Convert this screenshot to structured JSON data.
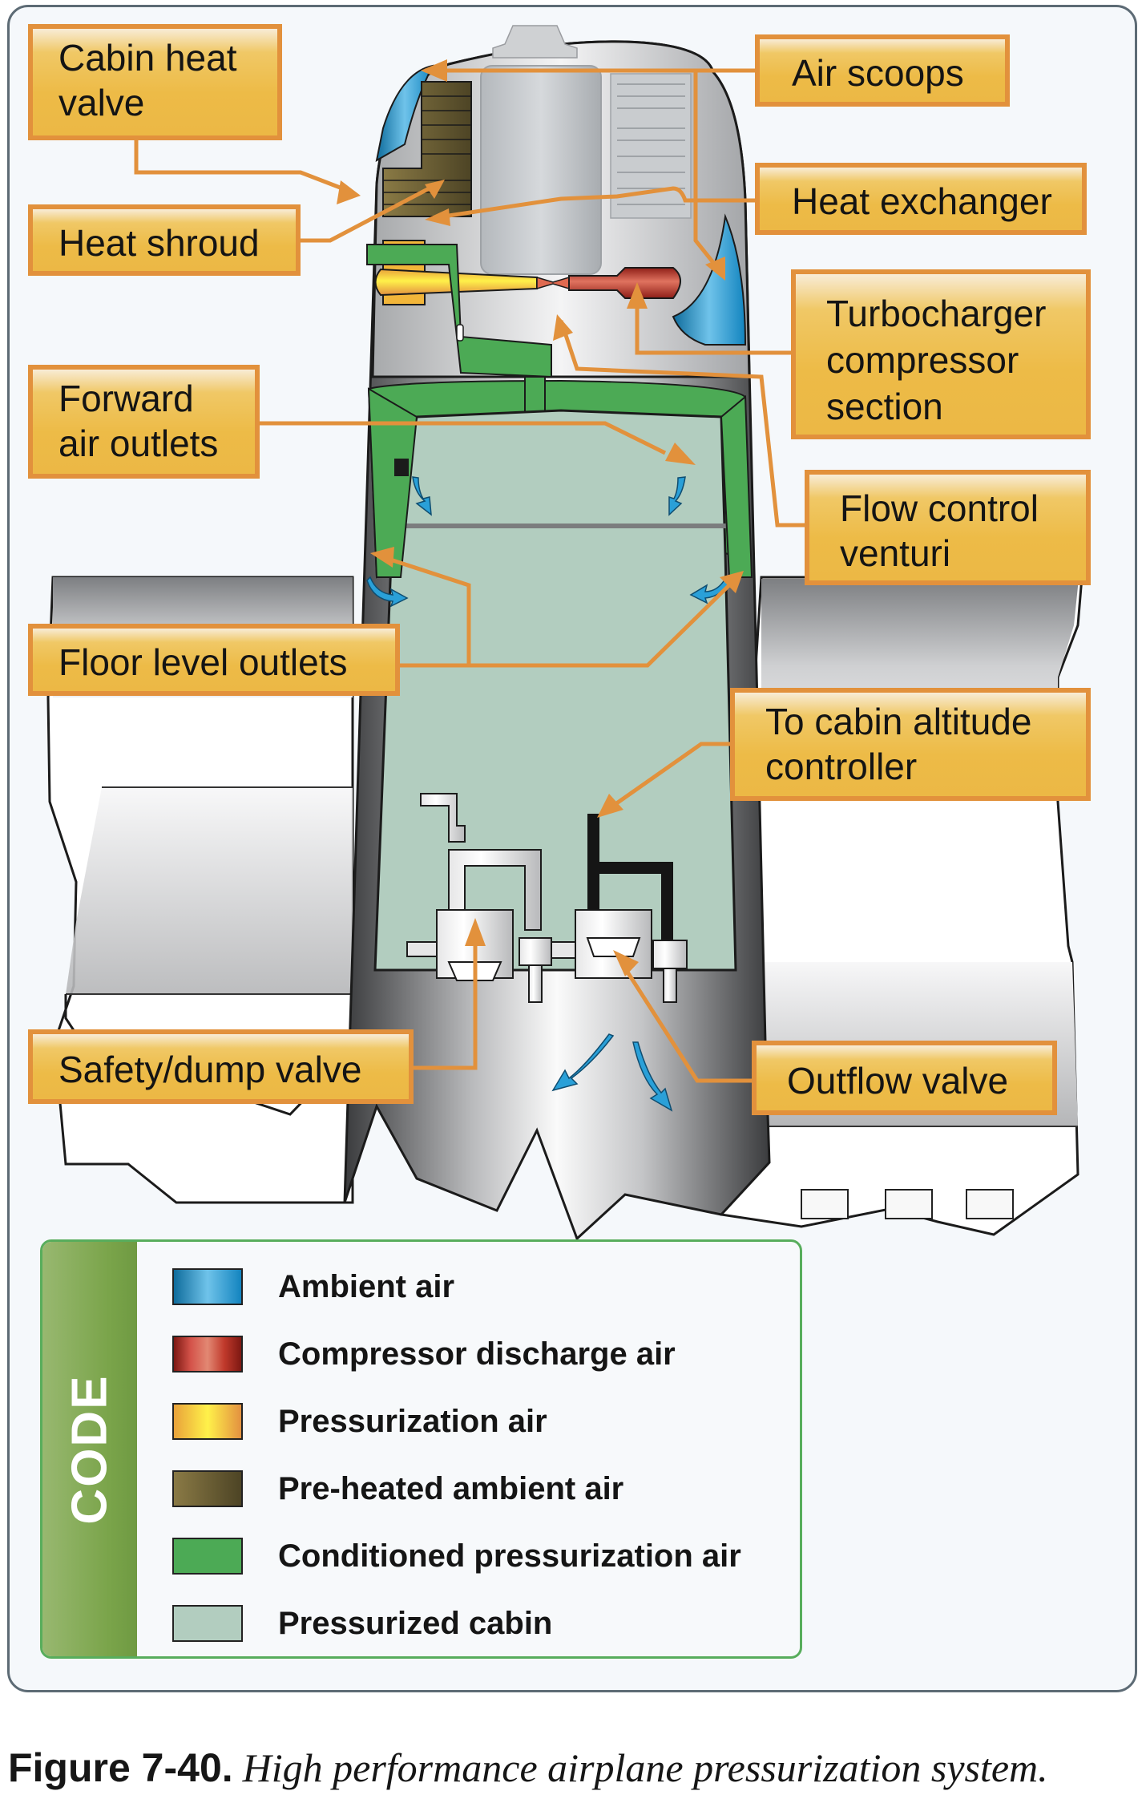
{
  "figure": {
    "number": "Figure 7-40.",
    "title": "High performance airplane pressurization system."
  },
  "callouts": {
    "cabin_heat_valve": "Cabin heat\nvalve",
    "heat_shroud": "Heat shroud",
    "air_scoops": "Air scoops",
    "heat_exchanger": "Heat exchanger",
    "turbocharger_compressor_section": "Turbocharger\ncompressor\nsection",
    "forward_air_outlets": "Forward\nair outlets",
    "flow_control_venturi": "Flow control\nventuri",
    "floor_level_outlets": "Floor level outlets",
    "to_cabin_altitude_controller": "To cabin altitude\ncontroller",
    "safety_dump_valve": "Safety/dump valve",
    "outflow_valve": "Outflow valve"
  },
  "legend": {
    "title": "CODE",
    "items": [
      {
        "label": "Ambient air",
        "color": "#1e8fc8"
      },
      {
        "label": "Compressor discharge air",
        "color": "#c0392b"
      },
      {
        "label": "Pressurization air",
        "color": "#f2b63a"
      },
      {
        "label": "Pre-heated ambient air",
        "color": "#6b5f30"
      },
      {
        "label": "Conditioned pressurization air",
        "color": "#4caa55"
      },
      {
        "label": "Pressurized cabin",
        "color": "#b2cdbf"
      }
    ]
  },
  "colors": {
    "callout_fill": "#edbb47",
    "callout_border": "#e2913c",
    "leader_line": "#e2913c",
    "legend_border": "#58ad5c"
  }
}
